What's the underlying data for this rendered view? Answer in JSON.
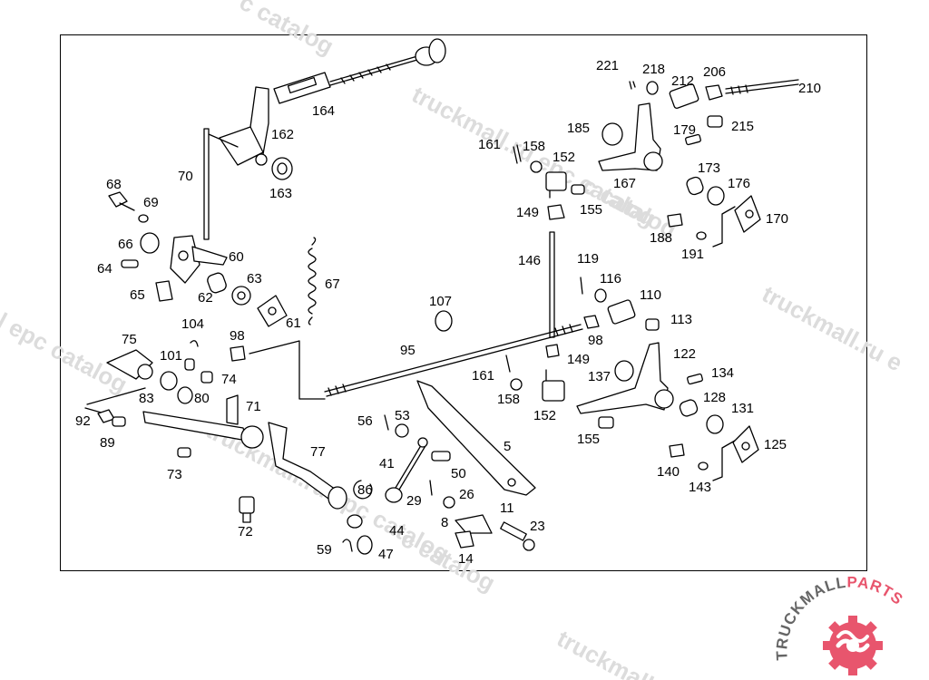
{
  "watermark": "truckmall.ru epc catalog",
  "watermark_fragments": {
    "top": "truckmall.ru epc catalog",
    "topleft": "c catalog",
    "right": "truckmall.ru e",
    "left": "l epc catalog",
    "bottom": "truckmall.ru epc catalog",
    "lower": "c catalog",
    "bottom2": "truckmall.ru"
  },
  "logo": {
    "word1": "TRUCKMALL",
    "word2": "PARTS",
    "word1_color": "#666666",
    "word2_color": "#e8556d",
    "gear_color": "#e8556d"
  },
  "parts": {
    "p221": "221",
    "p218": "218",
    "p212": "212",
    "p206": "206",
    "p210": "210",
    "p185": "185",
    "p179": "179",
    "p215": "215",
    "p161a": "161",
    "p158a": "158",
    "p152a": "152",
    "p167": "167",
    "p173": "173",
    "p176": "176",
    "p170": "170",
    "p149a": "149",
    "p155a": "155",
    "p188": "188",
    "p191": "191",
    "p164": "164",
    "p162": "162",
    "p163": "163",
    "p70": "70",
    "p68": "68",
    "p69": "69",
    "p66": "66",
    "p64": "64",
    "p60": "60",
    "p62": "62",
    "p63": "63",
    "p65": "65",
    "p67": "67",
    "p61": "61",
    "p146": "146",
    "p119": "119",
    "p116": "116",
    "p110": "110",
    "p113": "113",
    "p107": "107",
    "p98a": "98",
    "p98b": "98",
    "p95": "95",
    "p149b": "149",
    "p104": "104",
    "p75": "75",
    "p101": "101",
    "p74": "74",
    "p83": "83",
    "p80": "80",
    "p71": "71",
    "p92": "92",
    "p89": "89",
    "p161b": "161",
    "p158b": "158",
    "p152b": "152",
    "p122": "122",
    "p137": "137",
    "p134": "134",
    "p128": "128",
    "p131": "131",
    "p155b": "155",
    "p125": "125",
    "p140": "140",
    "p143": "143",
    "p56": "56",
    "p53": "53",
    "p5": "5",
    "p41": "41",
    "p50": "50",
    "p77": "77",
    "p73": "73",
    "p86": "86",
    "p29": "29",
    "p26": "26",
    "p11": "11",
    "p8": "8",
    "p23": "23",
    "p72": "72",
    "p44": "44",
    "p59": "59",
    "p47": "47",
    "p14": "14"
  }
}
